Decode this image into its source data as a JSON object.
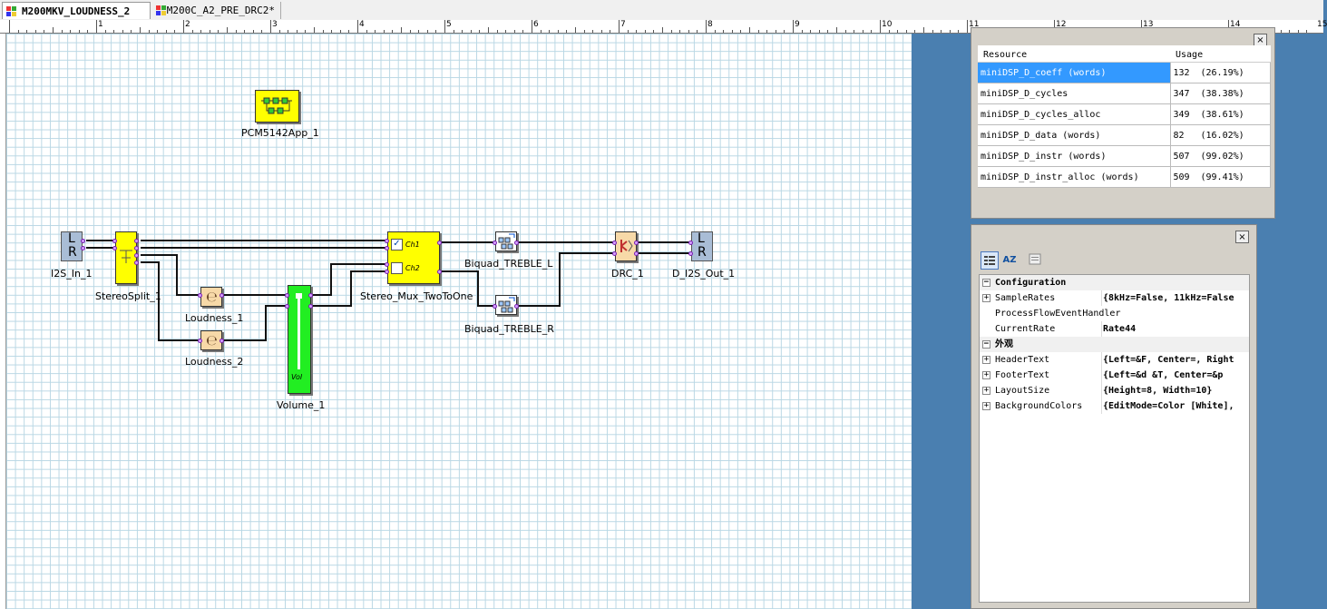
{
  "tabs": [
    {
      "label": "M200MKV_LOUDNESS_2",
      "active": true
    },
    {
      "label": "M200C_A2_PRE_DRC2*",
      "active": false
    }
  ],
  "ruler": {
    "numbers": [
      "1",
      "2",
      "3",
      "4",
      "5",
      "6",
      "7",
      "8",
      "9",
      "10",
      "11",
      "12",
      "13",
      "14",
      "15"
    ]
  },
  "blocks": {
    "pcm5142": "PCM5142App_1",
    "i2s_in": "I2S_In_1",
    "stereo_split": "StereoSplit_1",
    "loudness_1": "Loudness_1",
    "loudness_2": "Loudness_2",
    "volume": "Volume_1",
    "volume_inner": "Vol",
    "mux": "Stereo_Mux_TwoToOne",
    "mux_ch1": "Ch1",
    "mux_ch2": "Ch2",
    "biquad_l": "Biquad_TREBLE_L",
    "biquad_r": "Biquad_TREBLE_R",
    "drc": "DRC_1",
    "d_i2s_out": "D_I2S_Out_1",
    "port_l": "L",
    "port_r": "R"
  },
  "resources": {
    "header_resource": "Resource",
    "header_usage": "Usage",
    "rows": [
      {
        "name": "miniDSP_D_coeff (words)",
        "value": "132",
        "pct": "(26.19%)",
        "selected": true
      },
      {
        "name": "miniDSP_D_cycles",
        "value": "347",
        "pct": "(38.38%)"
      },
      {
        "name": "miniDSP_D_cycles_alloc",
        "value": "349",
        "pct": "(38.61%)"
      },
      {
        "name": "miniDSP_D_data (words)",
        "value": "82",
        "pct": "(16.02%)"
      },
      {
        "name": "miniDSP_D_instr (words)",
        "value": "507",
        "pct": "(99.02%)"
      },
      {
        "name": "miniDSP_D_instr_alloc (words)",
        "value": "509",
        "pct": "(99.41%)"
      }
    ],
    "close": "×"
  },
  "properties": {
    "close": "×",
    "sort_button": "AZ",
    "cat_configuration": "Configuration",
    "cat_appearance": "外观",
    "rows": [
      {
        "name": "SampleRates",
        "value": "{8kHz=False, 11kHz=False"
      },
      {
        "name": "ProcessFlowEventHandler",
        "value": ""
      },
      {
        "name": "CurrentRate",
        "value": "Rate44"
      },
      {
        "name": "HeaderText",
        "value": "{Left=&F, Center=, Right"
      },
      {
        "name": "FooterText",
        "value": "{Left=&d   &T, Center=&p"
      },
      {
        "name": "LayoutSize",
        "value": "{Height=8, Width=10}"
      },
      {
        "name": "BackgroundColors",
        "value": "{EditMode=Color [White],"
      }
    ]
  },
  "colors": {
    "block_yellow": "#ffff00",
    "block_tan": "#f7d9a8",
    "block_green": "#22ee22",
    "block_gray": "#a9bdd6",
    "workspace_blue": "#4a7fb0",
    "grid_line": "#b9d7e4",
    "selection": "#3399ff"
  }
}
